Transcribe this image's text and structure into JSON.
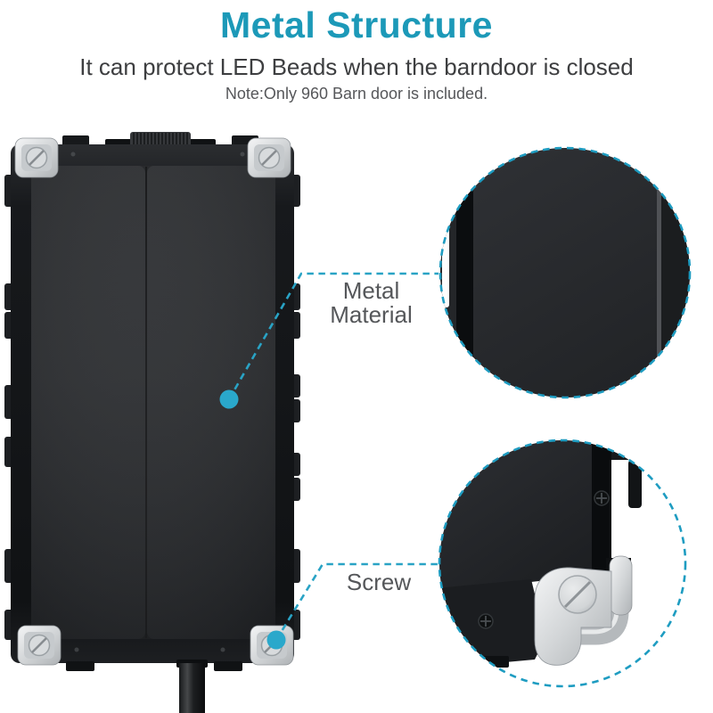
{
  "header": {
    "title": "Metal Structure",
    "subtitle": "It can protect LED Beads when the barndoor is closed",
    "note": "Note:Only 960 Barn door is included."
  },
  "callouts": {
    "metal_material": {
      "line1": "Metal",
      "line2": "Material"
    },
    "screw": {
      "label": "Screw"
    }
  },
  "colors": {
    "title": "#1c99b8",
    "subtitle_text": "#3d3e40",
    "note_text": "#56575a",
    "label_text": "#55575a",
    "leader_line": "#29a3c5",
    "marker_dot": "#2aa8cb",
    "callout_border": "#1e9cc1",
    "panel_black": "#1a1c1f",
    "metal_silver": "#d7dadc"
  }
}
